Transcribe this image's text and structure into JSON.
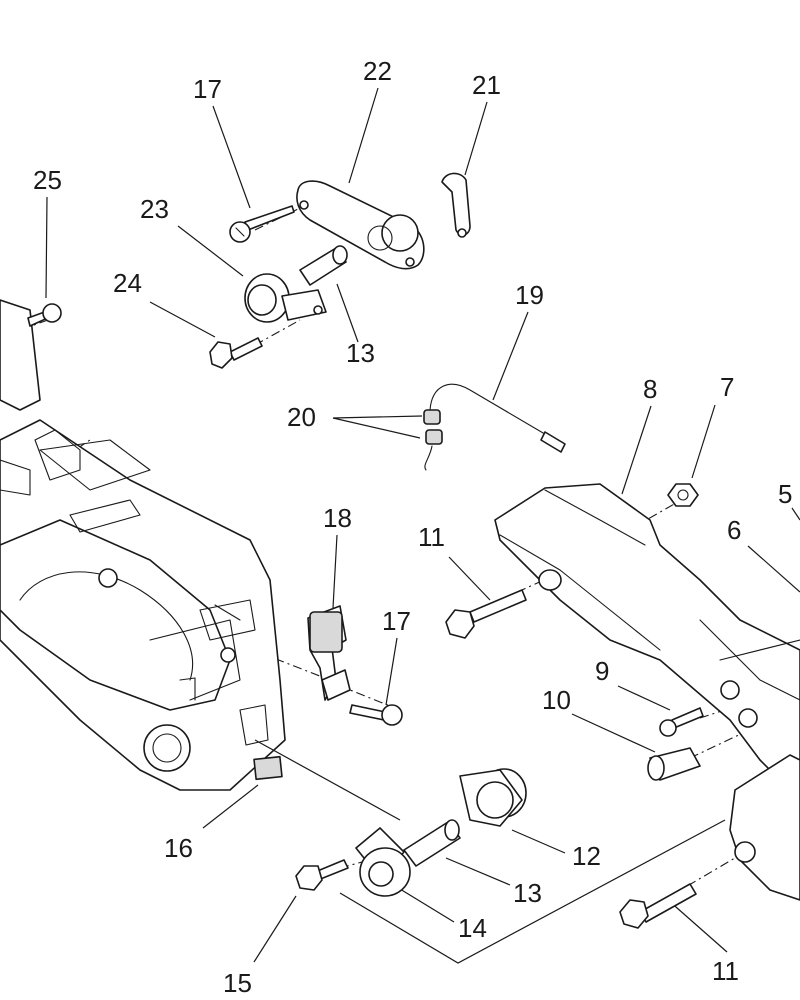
{
  "callouts": [
    {
      "id": "c25",
      "text": "25"
    },
    {
      "id": "c17a",
      "text": "17"
    },
    {
      "id": "c22",
      "text": "22"
    },
    {
      "id": "c21",
      "text": "21"
    },
    {
      "id": "c23",
      "text": "23"
    },
    {
      "id": "c24",
      "text": "24"
    },
    {
      "id": "c13a",
      "text": "13"
    },
    {
      "id": "c19",
      "text": "19"
    },
    {
      "id": "c20",
      "text": "20"
    },
    {
      "id": "c8",
      "text": "8"
    },
    {
      "id": "c7",
      "text": "7"
    },
    {
      "id": "c5",
      "text": "5"
    },
    {
      "id": "c6",
      "text": "6"
    },
    {
      "id": "c18",
      "text": "18"
    },
    {
      "id": "c11a",
      "text": "11"
    },
    {
      "id": "c17b",
      "text": "17"
    },
    {
      "id": "c9",
      "text": "9"
    },
    {
      "id": "c10",
      "text": "10"
    },
    {
      "id": "c16",
      "text": "16"
    },
    {
      "id": "c12",
      "text": "12"
    },
    {
      "id": "c13b",
      "text": "13"
    },
    {
      "id": "c14",
      "text": "14"
    },
    {
      "id": "c15",
      "text": "15"
    },
    {
      "id": "c11b",
      "text": "11"
    }
  ]
}
